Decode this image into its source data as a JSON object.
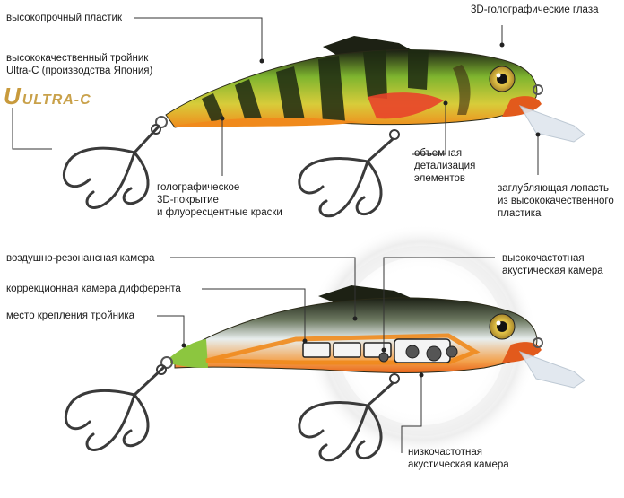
{
  "top_labels": {
    "plastic": "высокопрочный пластик",
    "hook": "высококачественный тройник\nUltra-C (производства Япония)",
    "eyes": "3D-голографические глаза",
    "coating": "голографическое\n3D-покрытие\nи флуоресцентные краски",
    "detail": "объемная\nдетализация\nэлементов",
    "lip": "заглубляющая лопасть\nиз высококачественного\nпластика"
  },
  "logo_text": "ULTRA-C",
  "bottom_labels": {
    "air_chamber": "воздушно-резонансная камера",
    "trim_chamber": "коррекционная камера дифферента",
    "hook_mount": "место крепления тройника",
    "hf_chamber": "высокочастотная\nакустическая камера",
    "lf_chamber": "низкочастотная\nакустическая камера"
  },
  "colors": {
    "leader_line": "#333333",
    "lure_green": "#8cc63f",
    "lure_dark": "#1e2a12",
    "lure_orange": "#f08a1c",
    "logo_gold": "#c89a3c"
  }
}
